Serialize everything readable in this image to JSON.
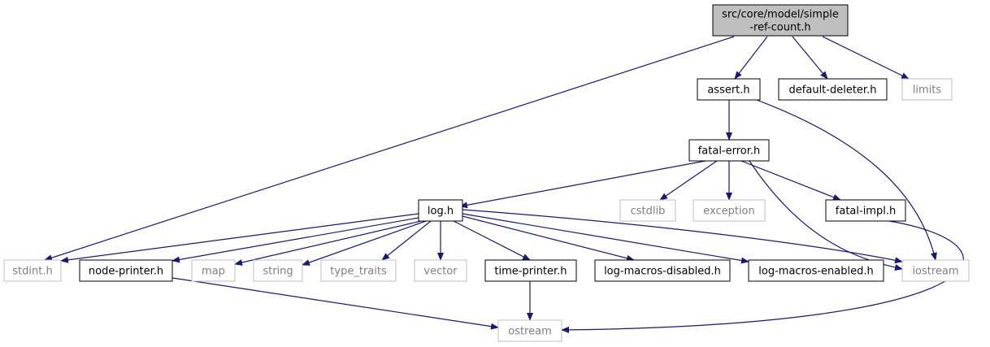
{
  "colors": {
    "edge": "#191970",
    "local_border": "#000000",
    "external_border": "#bfbfbf",
    "root_fill": "#bfbfbf",
    "node_fill": "#ffffff",
    "external_text": "#7f7f7f"
  },
  "nodes": {
    "root": {
      "lines": [
        "src/core/model/simple",
        "-ref-count.h"
      ],
      "kind": "root"
    },
    "assert": {
      "lines": [
        "assert.h"
      ],
      "kind": "local"
    },
    "default_deleter": {
      "lines": [
        "default-deleter.h"
      ],
      "kind": "local"
    },
    "limits": {
      "lines": [
        "limits"
      ],
      "kind": "external"
    },
    "fatal_error": {
      "lines": [
        "fatal-error.h"
      ],
      "kind": "local"
    },
    "log": {
      "lines": [
        "log.h"
      ],
      "kind": "local"
    },
    "cstdlib": {
      "lines": [
        "cstdlib"
      ],
      "kind": "external"
    },
    "exception": {
      "lines": [
        "exception"
      ],
      "kind": "external"
    },
    "fatal_impl": {
      "lines": [
        "fatal-impl.h"
      ],
      "kind": "local"
    },
    "stdint": {
      "lines": [
        "stdint.h"
      ],
      "kind": "external"
    },
    "node_printer": {
      "lines": [
        "node-printer.h"
      ],
      "kind": "local"
    },
    "map": {
      "lines": [
        "map"
      ],
      "kind": "external"
    },
    "string": {
      "lines": [
        "string"
      ],
      "kind": "external"
    },
    "type_traits": {
      "lines": [
        "type_traits"
      ],
      "kind": "external"
    },
    "vector": {
      "lines": [
        "vector"
      ],
      "kind": "external"
    },
    "time_printer": {
      "lines": [
        "time-printer.h"
      ],
      "kind": "local"
    },
    "log_macros_disabled": {
      "lines": [
        "log-macros-disabled.h"
      ],
      "kind": "local"
    },
    "log_macros_enabled": {
      "lines": [
        "log-macros-enabled.h"
      ],
      "kind": "local"
    },
    "iostream": {
      "lines": [
        "iostream"
      ],
      "kind": "external"
    },
    "ostream": {
      "lines": [
        "ostream"
      ],
      "kind": "external"
    }
  },
  "edges": [
    [
      "root",
      "stdint"
    ],
    [
      "root",
      "assert"
    ],
    [
      "root",
      "default_deleter"
    ],
    [
      "root",
      "limits"
    ],
    [
      "assert",
      "fatal_error"
    ],
    [
      "assert",
      "iostream"
    ],
    [
      "fatal_error",
      "log"
    ],
    [
      "fatal_error",
      "cstdlib"
    ],
    [
      "fatal_error",
      "exception"
    ],
    [
      "fatal_error",
      "fatal_impl"
    ],
    [
      "fatal_error",
      "iostream"
    ],
    [
      "fatal_impl",
      "ostream"
    ],
    [
      "log",
      "stdint"
    ],
    [
      "log",
      "node_printer"
    ],
    [
      "log",
      "map"
    ],
    [
      "log",
      "string"
    ],
    [
      "log",
      "type_traits"
    ],
    [
      "log",
      "vector"
    ],
    [
      "log",
      "time_printer"
    ],
    [
      "log",
      "log_macros_disabled"
    ],
    [
      "log",
      "log_macros_enabled"
    ],
    [
      "log",
      "iostream"
    ],
    [
      "node_printer",
      "ostream"
    ],
    [
      "time_printer",
      "ostream"
    ]
  ]
}
